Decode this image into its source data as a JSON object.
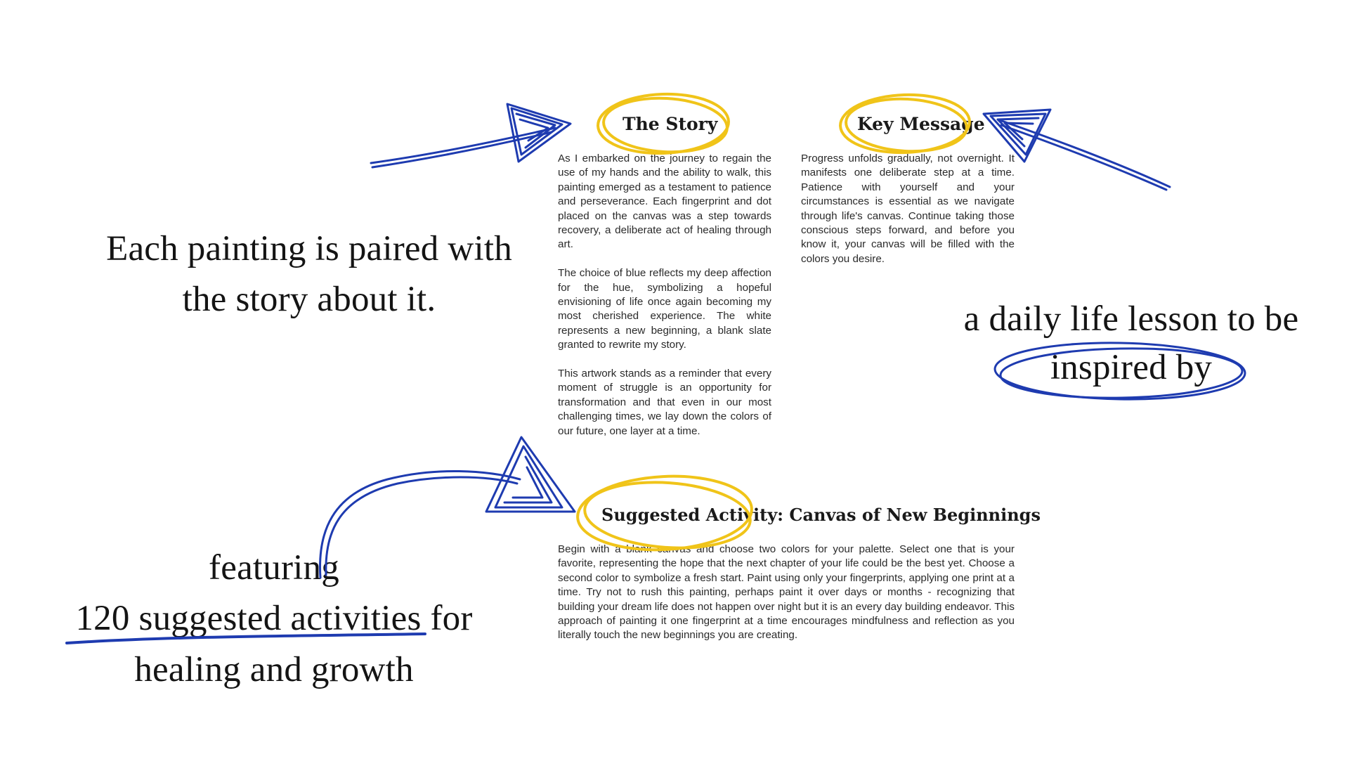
{
  "callouts": {
    "left_top": [
      "Each painting is paired with",
      "the story about it."
    ],
    "left_bottom_line1": "featuring",
    "left_bottom_line2": "120 suggested activities for",
    "left_bottom_line3": "healing and growth",
    "right_line1": "a daily life lesson to be",
    "right_line2": "inspired by"
  },
  "story": {
    "heading": "The Story",
    "paragraphs": [
      "As I embarked on the journey to regain the use of my hands and the ability to walk, this painting emerged as a testament to patience and perseverance. Each fingerprint and dot placed on the canvas was a step towards recovery, a deliberate act of healing through art.",
      "The choice of blue reflects my deep affection for the hue, symbolizing a hopeful envisioning of life once again becoming my most cherished experience. The white represents a new beginning, a blank slate granted to rewrite my story.",
      "This artwork stands as a reminder that every moment of struggle is an opportunity for transformation and that even in our most challenging times, we lay down the colors of our future, one layer at a time."
    ]
  },
  "key_message": {
    "heading": "Key Message",
    "text": "Progress unfolds gradually, not overnight. It manifests one deliberate step at a time. Patience with yourself and your circumstances is essential as we navigate through life's canvas. Continue taking those conscious steps forward, and before you know it, your canvas will be filled with the colors you desire."
  },
  "activity": {
    "heading": "Suggested Activity: Canvas of New Beginnings",
    "text": "Begin with a blank canvas and choose two colors for your palette. Select one that is your favorite, representing the hope that the next chapter of your life could be the best yet. Choose a second color to symbolize a fresh start. Paint using only your fingerprints, applying one print at a time. Try not to rush this painting, perhaps paint it over days or months - recognizing that building your dream life does not happen over night but it is an every day building endeavor. This approach of painting it one fingerprint at a time encourages mindfulness and reflection as you literally touch the new beginnings you are creating."
  },
  "colors": {
    "ink_blue": "#1e3bb0",
    "highlight_yellow": "#f0c419",
    "text": "#2a2a2a"
  }
}
